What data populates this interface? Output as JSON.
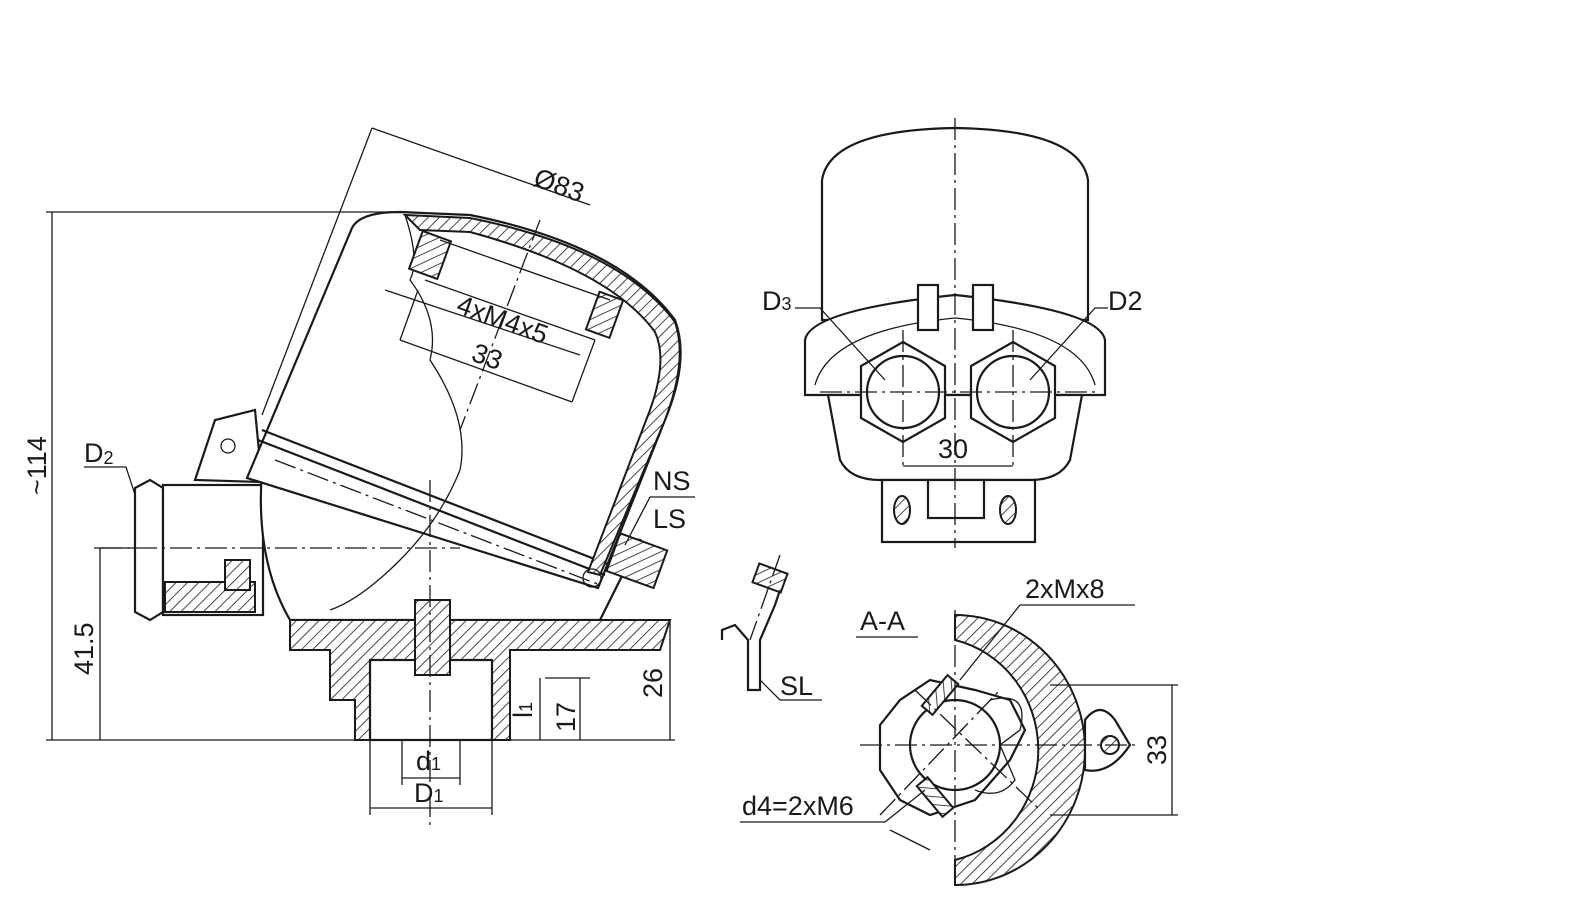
{
  "drawing": {
    "side_view": {
      "dim_cover_diameter": "Ø83",
      "dim_screws": "4xM4x5",
      "dim_screw_spacing": "33",
      "dim_total_height": "~114",
      "label_gland": "D",
      "label_gland_sub": "2",
      "dim_gland_height": "41.5",
      "label_ns": "NS",
      "label_ls": "LS",
      "dim_base_height": "26",
      "dim_thread_length": "17",
      "label_l": "l",
      "label_l_sub": "1",
      "label_d": "d",
      "label_d_sub": "1",
      "label_D": "D",
      "label_D_sub": "1"
    },
    "front_view": {
      "label_d3": "D",
      "label_d3_sub": "3",
      "label_d2": "D2",
      "dim_gland_spacing": "30"
    },
    "detail": {
      "label_sl": "SL"
    },
    "section_view": {
      "title": "A-A",
      "label_threads": "2xMx8",
      "dim_lug_height": "33",
      "label_d4": "d4=2xM6"
    }
  },
  "colors": {
    "line": "#1a1a1a",
    "background": "#ffffff"
  }
}
